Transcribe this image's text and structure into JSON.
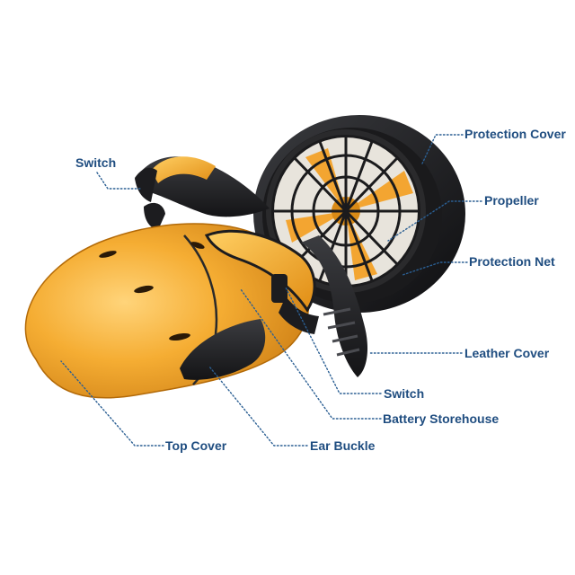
{
  "labels": {
    "protection_cover": "Protection Cover",
    "switch_top": "Switch",
    "propeller": "Propeller",
    "protection_net": "Protection Net",
    "leather_cover": "Leather Cover",
    "switch_bottom": "Switch",
    "battery_storehouse": "Battery Storehouse",
    "top_cover": "Top Cover",
    "ear_buckle": "Ear Buckle"
  },
  "colors": {
    "body_yellow": "#f2a42a",
    "handle_black": "#222326",
    "label_text": "#1f4d80",
    "leader_line": "#2b5f93"
  }
}
